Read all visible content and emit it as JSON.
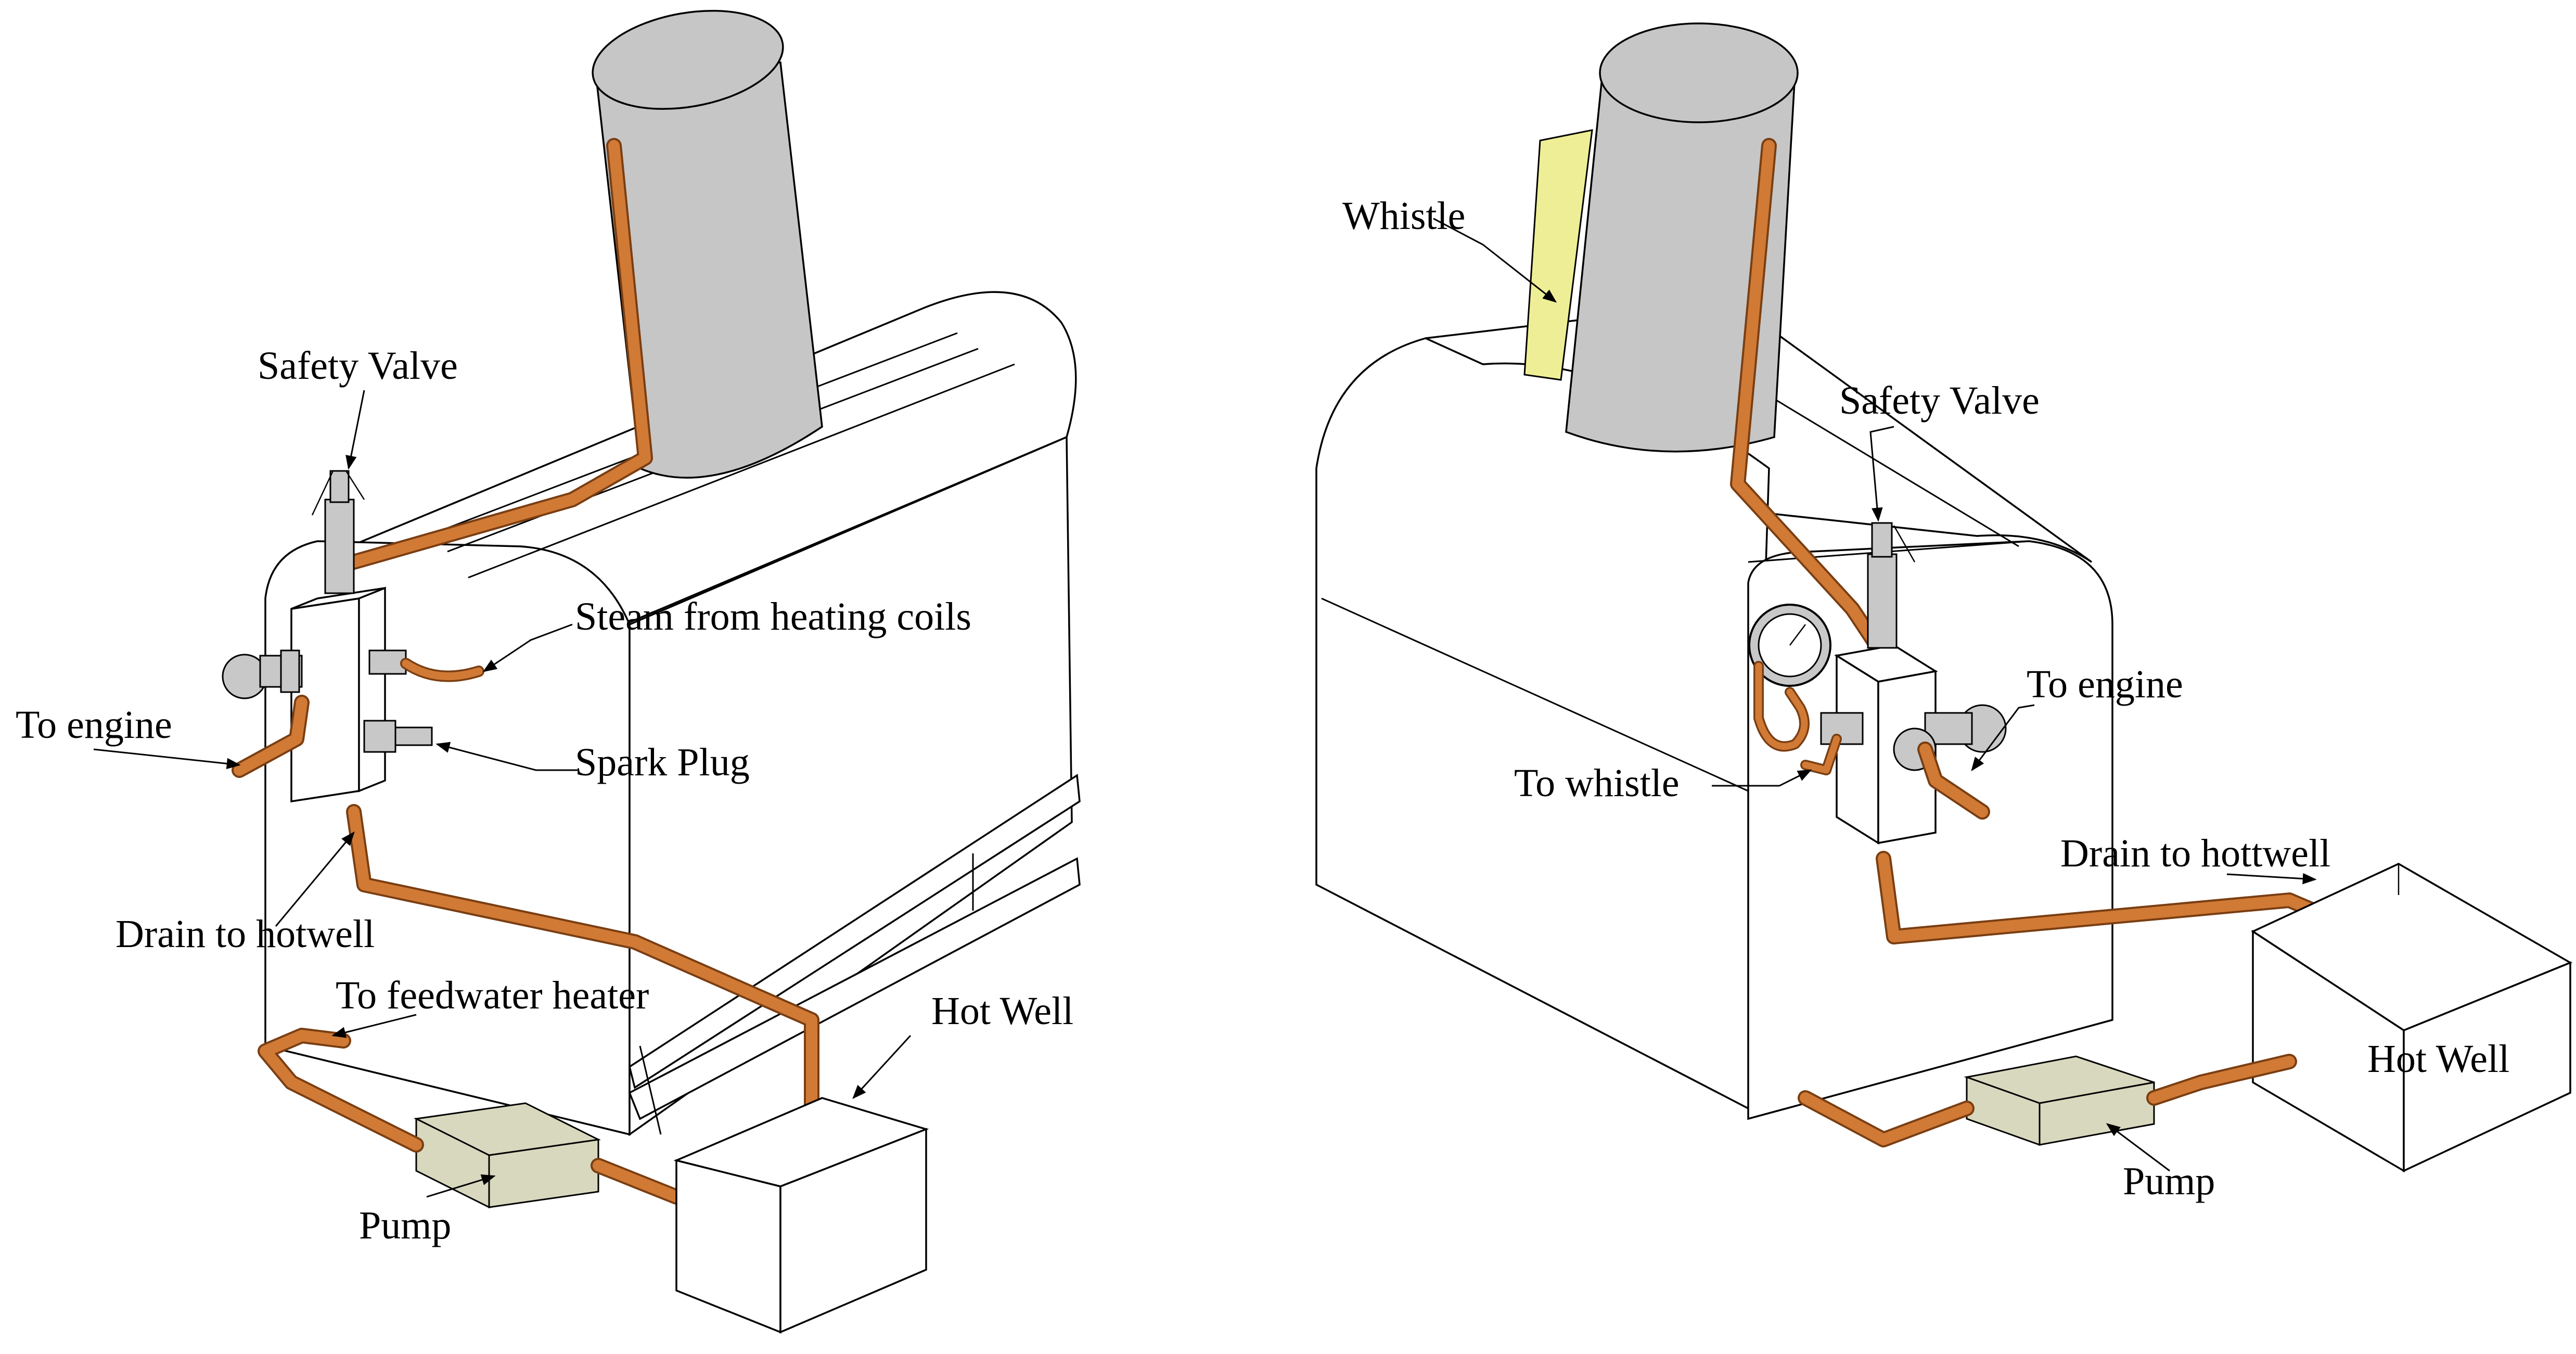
{
  "colors": {
    "pipe": "#D07A36",
    "pipe_outline": "#7A3E12",
    "chimney": "#C6C6C6",
    "pump": "#D8D8BE",
    "whistle": "#EEEE96",
    "valve": "#C8C8C8"
  },
  "left_diagram": {
    "labels": {
      "safety_valve": "Safety Valve",
      "steam_from_heating_coils": "Steam from heating coils",
      "to_engine": "To engine",
      "spark_plug": "Spark Plug",
      "drain_to_hotwell": "Drain to hotwell",
      "to_feedwater_heater": "To feedwater heater",
      "hot_well": "Hot Well",
      "pump": "Pump"
    }
  },
  "right_diagram": {
    "labels": {
      "whistle": "Whistle",
      "safety_valve": "Safety Valve",
      "to_engine": "To engine",
      "to_whistle": "To whistle",
      "drain_to_hottwell": "Drain to hottwell",
      "hot_well": "Hot Well",
      "pump": "Pump"
    }
  }
}
